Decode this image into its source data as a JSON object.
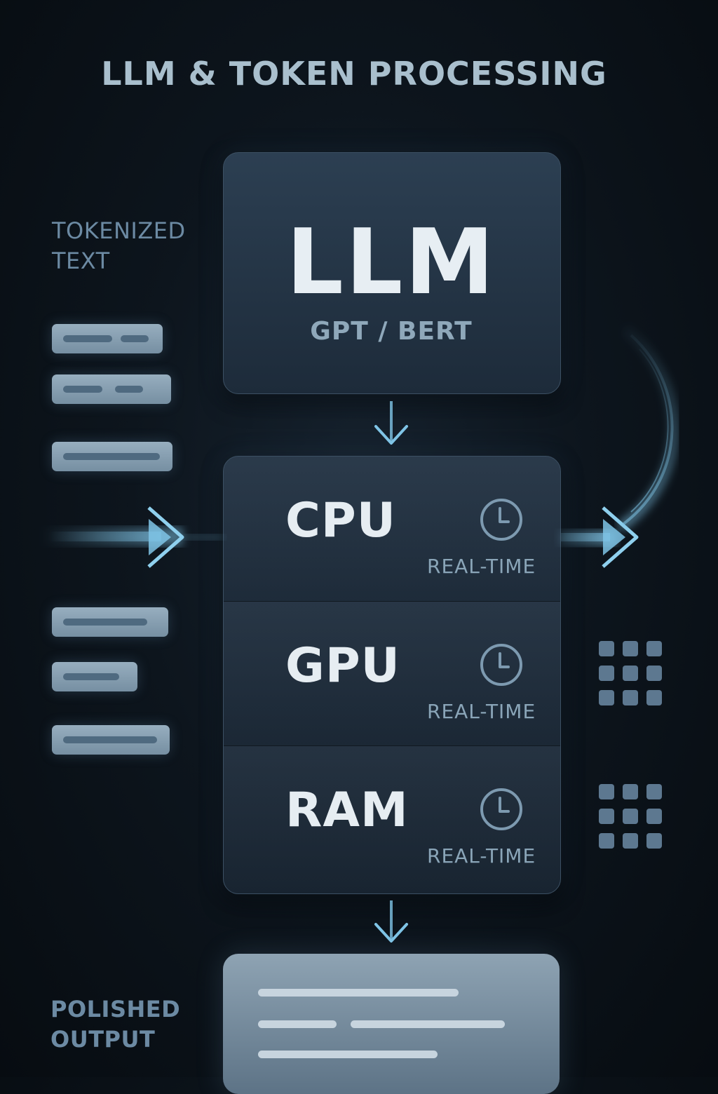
{
  "header": {
    "title": "LLM & TOKEN PROCESSING"
  },
  "input": {
    "label_line1": "TOKENIZED",
    "label_line2": "TEXT"
  },
  "llm": {
    "title": "LLM",
    "subtitle": "GPT / BERT"
  },
  "stack": {
    "items": [
      {
        "name": "CPU",
        "status": "REAL-TIME",
        "icon": "clock-icon"
      },
      {
        "name": "GPU",
        "status": "REAL-TIME",
        "icon": "clock-icon"
      },
      {
        "name": "RAM",
        "status": "REAL-TIME",
        "icon": "clock-icon"
      }
    ]
  },
  "output": {
    "label_line1": "POLISHED",
    "label_line2": "OUTPUT"
  },
  "colors": {
    "background": "#0a1117",
    "accent_arrow": "#7fc4e6",
    "panel": "#243445",
    "token": "#8aa2b5"
  }
}
